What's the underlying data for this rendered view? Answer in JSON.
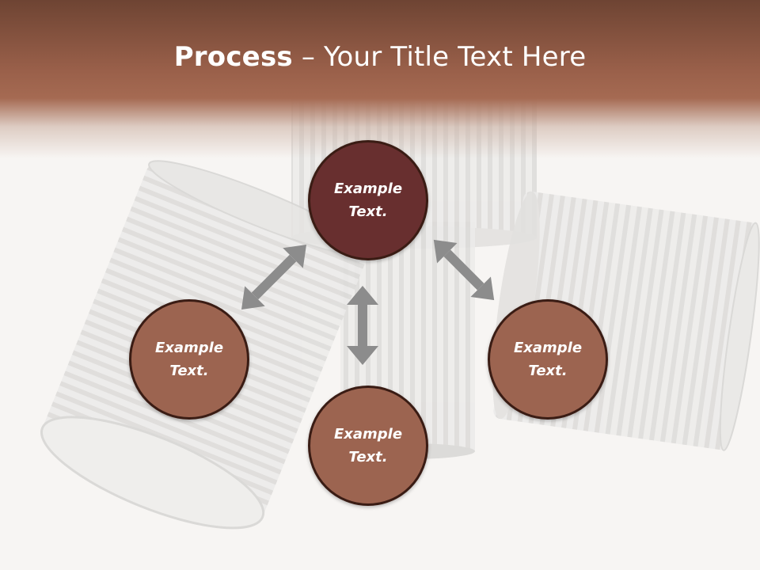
{
  "slide": {
    "title_bold": "Process",
    "title_rest": " – Your Title Text Here"
  },
  "nodes": {
    "top": "Example\nText.",
    "left": "Example\nText.",
    "right": "Example\nText.",
    "bottom": "Example\nText."
  },
  "colors": {
    "header": "#9a604a",
    "node_top": "#682f2f",
    "node_other": "#9c6450",
    "arrow": "#8c8c8c"
  }
}
